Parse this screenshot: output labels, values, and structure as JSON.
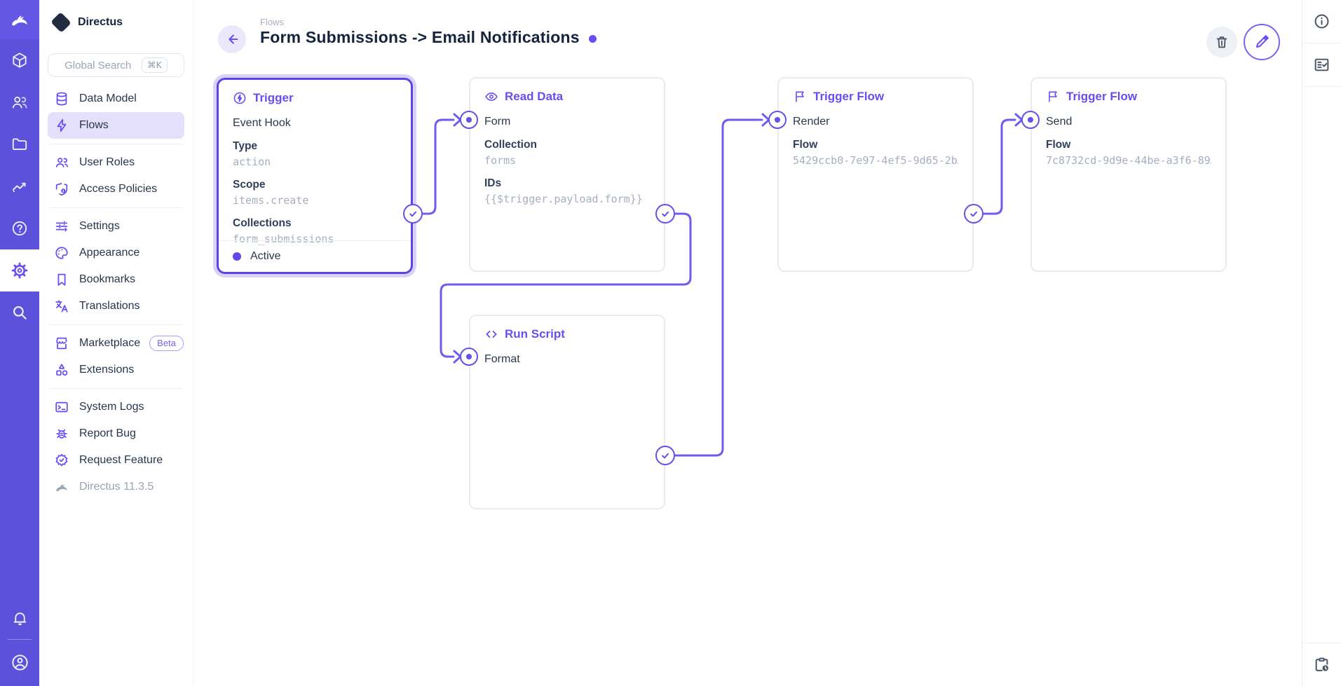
{
  "accent_color": "#6a4cf4",
  "module_bar_color": "#5b51db",
  "module_bar": {
    "logo_icon": "directus-rabbit",
    "modules": [
      {
        "name": "content",
        "icon": "box-icon"
      },
      {
        "name": "users",
        "icon": "people-icon"
      },
      {
        "name": "files",
        "icon": "folder-icon"
      },
      {
        "name": "insights",
        "icon": "insights-icon"
      },
      {
        "name": "help",
        "icon": "help-icon"
      },
      {
        "name": "settings",
        "icon": "gear-icon",
        "active": true
      },
      {
        "name": "search",
        "icon": "search-icon"
      }
    ],
    "bottom": [
      {
        "name": "notifications",
        "icon": "bell-icon"
      },
      {
        "name": "account",
        "icon": "user-circle-icon"
      }
    ]
  },
  "sidebar": {
    "project_name": "Directus",
    "search": {
      "placeholder": "Global Search",
      "shortcut": "⌘K"
    },
    "items": {
      "data_model": "Data Model",
      "flows": "Flows",
      "user_roles": "User Roles",
      "access_policies": "Access Policies",
      "settings": "Settings",
      "appearance": "Appearance",
      "bookmarks": "Bookmarks",
      "translations": "Translations",
      "marketplace": "Marketplace",
      "marketplace_badge": "Beta",
      "extensions": "Extensions",
      "system_logs": "System Logs",
      "report_bug": "Report Bug",
      "request_feature": "Request Feature",
      "version": "Directus 11.3.5"
    }
  },
  "header": {
    "breadcrumb": "Flows",
    "title": "Form Submissions -> Email Notifications",
    "status_dot_color": "#6a4cf4"
  },
  "right_bar": {
    "icons": [
      "info-icon",
      "fact-check-icon",
      "clipboard-clock-icon"
    ]
  },
  "flow": {
    "panels": [
      {
        "title": "Trigger",
        "icon": "bolt-circle-icon",
        "name": "Event Hook",
        "fields": [
          {
            "label": "Type",
            "value": "action"
          },
          {
            "label": "Scope",
            "value": "items.create"
          },
          {
            "label": "Collections",
            "value": "form_submissions"
          }
        ],
        "status": "Active",
        "selected": true
      },
      {
        "title": "Read Data",
        "icon": "eye-icon",
        "name": "Form",
        "fields": [
          {
            "label": "Collection",
            "value": "forms"
          },
          {
            "label": "IDs",
            "value": "{{$trigger.payload.form}}"
          }
        ]
      },
      {
        "title": "Run Script",
        "icon": "code-icon",
        "name": "Format",
        "fields": []
      },
      {
        "title": "Trigger Flow",
        "icon": "flag-icon",
        "name": "Render",
        "fields": [
          {
            "label": "Flow",
            "value": "5429ccb0-7e97-4ef5-9d65-2b…"
          }
        ]
      },
      {
        "title": "Trigger Flow",
        "icon": "flag-icon",
        "name": "Send",
        "fields": [
          {
            "label": "Flow",
            "value": "7c8732cd-9d9e-44be-a3f6-89…"
          }
        ]
      }
    ]
  }
}
